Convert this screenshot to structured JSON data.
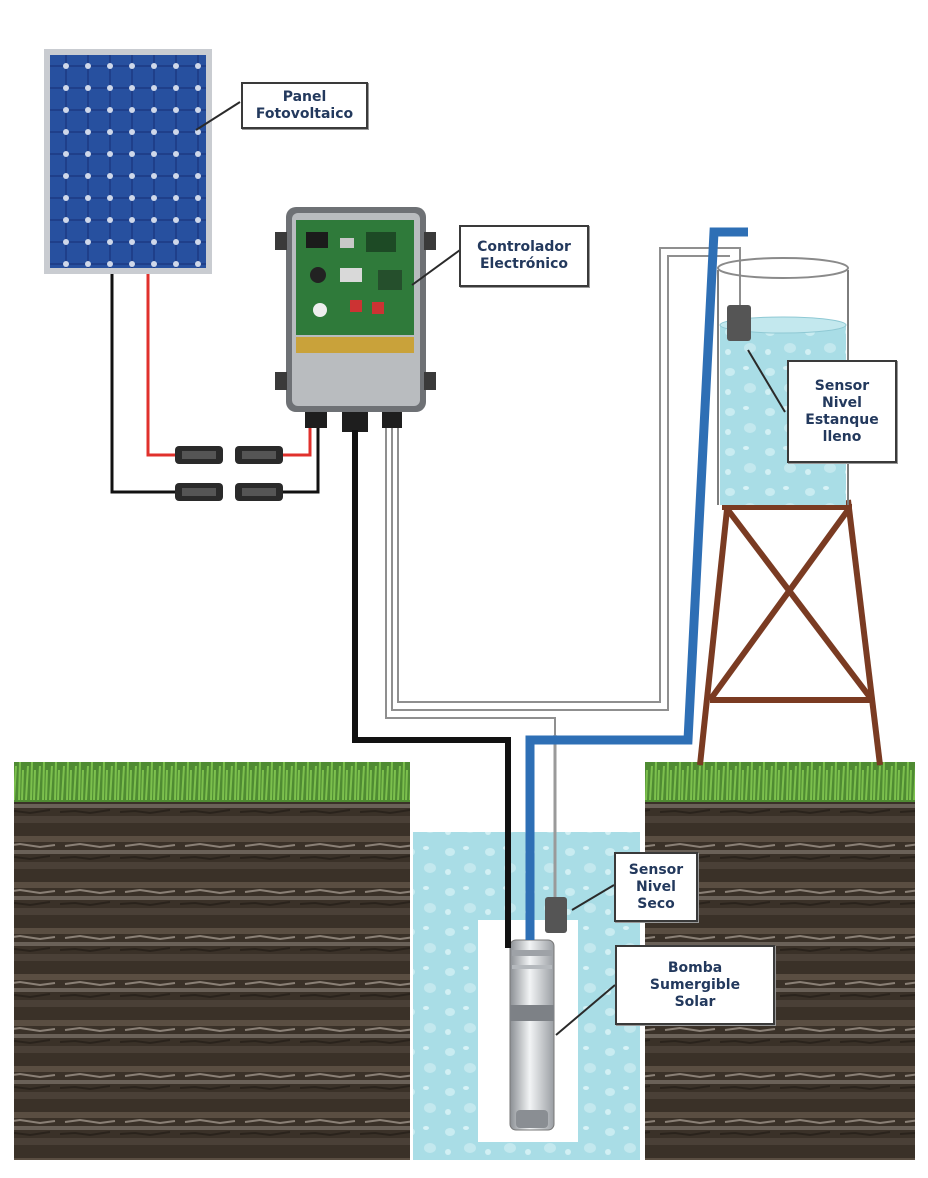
{
  "labels": {
    "panel": [
      "Panel",
      "Fotovoltaico"
    ],
    "controller": [
      "Controlador",
      "Electrónico"
    ],
    "tank_sensor": [
      "Sensor",
      "Nivel",
      "Estanque",
      "lleno"
    ],
    "dry_sensor": [
      "Sensor",
      "Nivel",
      "Seco"
    ],
    "pump": [
      "Bomba",
      "Sumergible",
      "Solar"
    ]
  },
  "colors": {
    "panel_cell": "#1f3f8a",
    "water": "#a9dde6",
    "pipe": "#2e6fb5",
    "tower": "#7a3b22",
    "grass": "#5d9a3a",
    "soil": "#3b332a",
    "cable_red": "#e0312c",
    "cable_black": "#111111",
    "controller_board": "#2f7a3a"
  }
}
